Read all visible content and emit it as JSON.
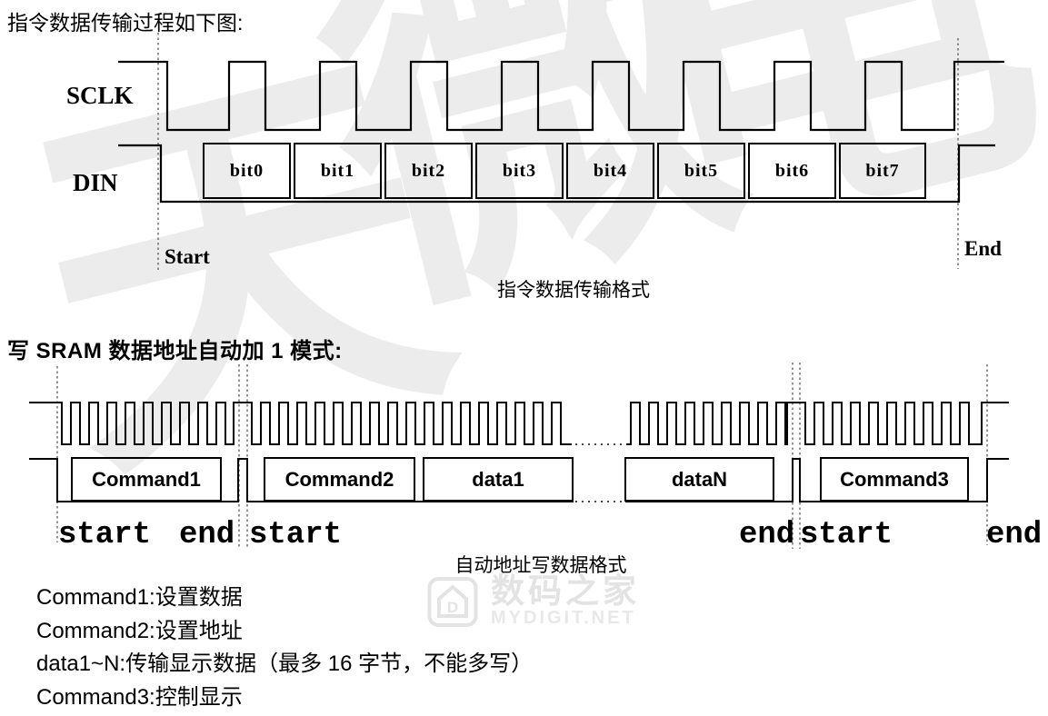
{
  "intro": {
    "text": "指令数据传输过程如下图:"
  },
  "diagram1": {
    "sclk_label": "SCLK",
    "din_label": "DIN",
    "bits": [
      "bit0",
      "bit1",
      "bit2",
      "bit3",
      "bit4",
      "bit5",
      "bit6",
      "bit7"
    ],
    "start_label": "Start",
    "end_label": "End",
    "caption": "指令数据传输格式"
  },
  "section2": {
    "heading": "写 SRAM 数据地址自动加 1 模式:"
  },
  "diagram2": {
    "boxes": [
      "Command1",
      "Command2",
      "data1",
      "dataN",
      "Command3"
    ],
    "markers": [
      "start",
      "end",
      "start",
      "end",
      "start",
      "end"
    ],
    "caption": "自动地址写数据格式"
  },
  "notes": [
    "Command1:设置数据",
    "Command2:设置地址",
    "data1~N:传输显示数据（最多 16 字节，不能多写）",
    "Command3:控制显示"
  ],
  "watermark": {
    "brand_chars": [
      "天",
      "微",
      "电"
    ],
    "logo_letter": "D",
    "site_name": "数码之家",
    "site_url": "MYDIGIT.NET"
  },
  "colors": {
    "waveform": "#000000",
    "dashed_guide": "#5a5a5a",
    "watermark_char": "#ececec",
    "watermark_logo": "#e3e3e3"
  }
}
